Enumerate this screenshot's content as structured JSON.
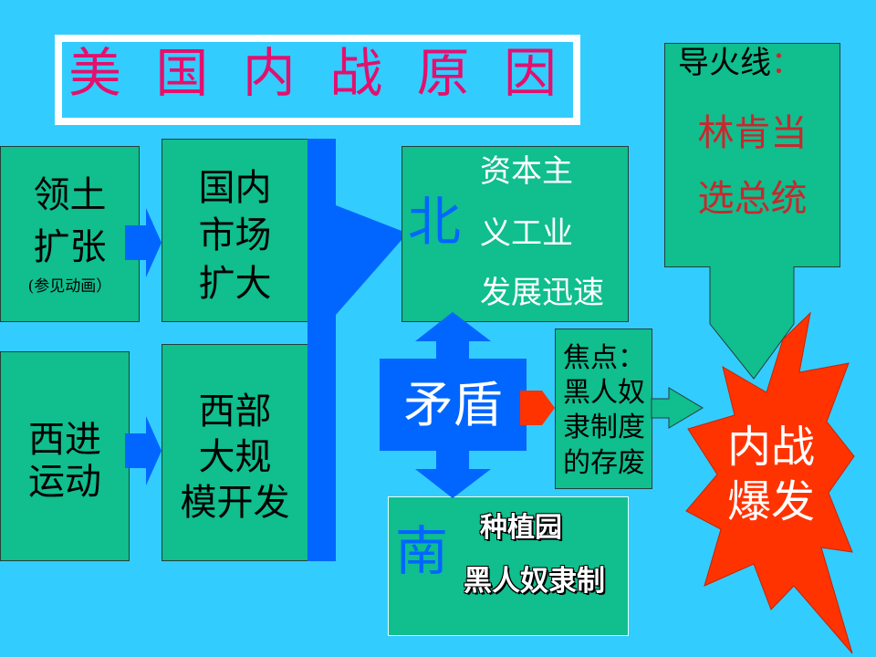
{
  "title": "美 国 内 战 原 因",
  "territory": {
    "line1": "领土",
    "line2": "扩张",
    "note": "(参见动画）"
  },
  "market": {
    "line1": "国内",
    "line2": "市场",
    "line3": "扩大"
  },
  "westward": {
    "line1": "西进",
    "line2": "运动"
  },
  "west_development": {
    "line1": "西部",
    "line2": "大规",
    "line3": "模开发"
  },
  "north": {
    "label": "北",
    "line1": "资本主",
    "line2": "义工业",
    "line3": "发展迅速"
  },
  "conflict": {
    "label": "矛盾"
  },
  "focus": {
    "line1": "焦点：",
    "line2": "黑人奴",
    "line3": "隶制度",
    "line4": "的存废"
  },
  "fuse": {
    "heading": "导火线",
    "heading_colon": "：",
    "line1": "林肯当",
    "line2": "选总统"
  },
  "war": {
    "line1": "内战",
    "line2": "爆发"
  },
  "south": {
    "label": "南",
    "line1": "种植园",
    "line2": "黑人奴隶制"
  },
  "colors": {
    "background": "#33CCFF",
    "box_green": "#10BE8E",
    "arrow_blue": "#0066FF",
    "burst_red": "#FF3300",
    "title_magenta": "#E3106E",
    "fuse_red_text": "#C8282D",
    "title_frame": "#FFFFFF"
  }
}
